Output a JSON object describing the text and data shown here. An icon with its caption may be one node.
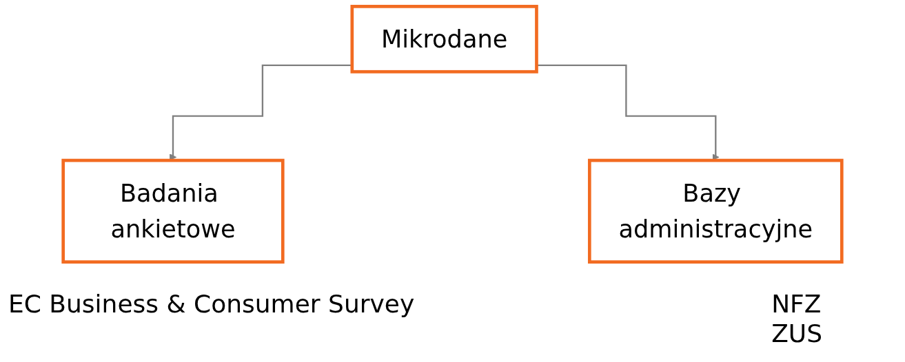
{
  "diagram": {
    "nodes": [
      {
        "text": [
          "Mikrodane"
        ]
      },
      {
        "text": [
          "Badania ankietowe"
        ]
      },
      {
        "text": [
          "Bazy administracyjne"
        ]
      }
    ],
    "edges": [
      {
        "from": 0,
        "to": 1,
        "arrow": "to"
      },
      {
        "from": 0,
        "to": 2,
        "arrow": "to"
      }
    ],
    "labels": [
      "EC Business & Consumer Survey",
      "NFZ",
      "ZUS"
    ]
  }
}
